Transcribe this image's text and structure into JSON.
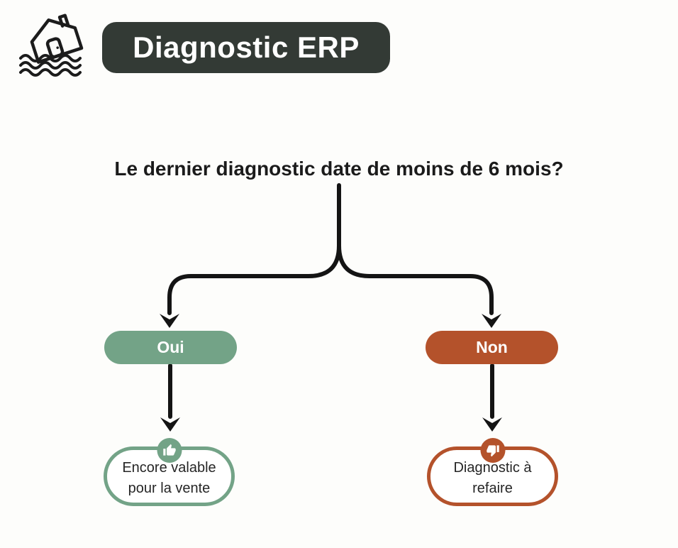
{
  "page": {
    "background_color": "#FDFDFB"
  },
  "header": {
    "icon": "flooded-house-icon",
    "title": "Diagnostic ERP",
    "badge_bg_color": "#333A35",
    "badge_text_color": "#FFFFFF"
  },
  "question": "Le dernier diagnostic date de moins de 6 mois?",
  "flowchart": {
    "type": "decision-tree",
    "connector_color": "#141414",
    "branches": [
      {
        "id": "yes",
        "label": "Oui",
        "color": "#73A387",
        "icon": "thumbs-up-icon",
        "result": "Encore valable pour la vente"
      },
      {
        "id": "no",
        "label": "Non",
        "color": "#B4522B",
        "icon": "thumbs-down-icon",
        "result": "Diagnostic à refaire"
      }
    ]
  }
}
